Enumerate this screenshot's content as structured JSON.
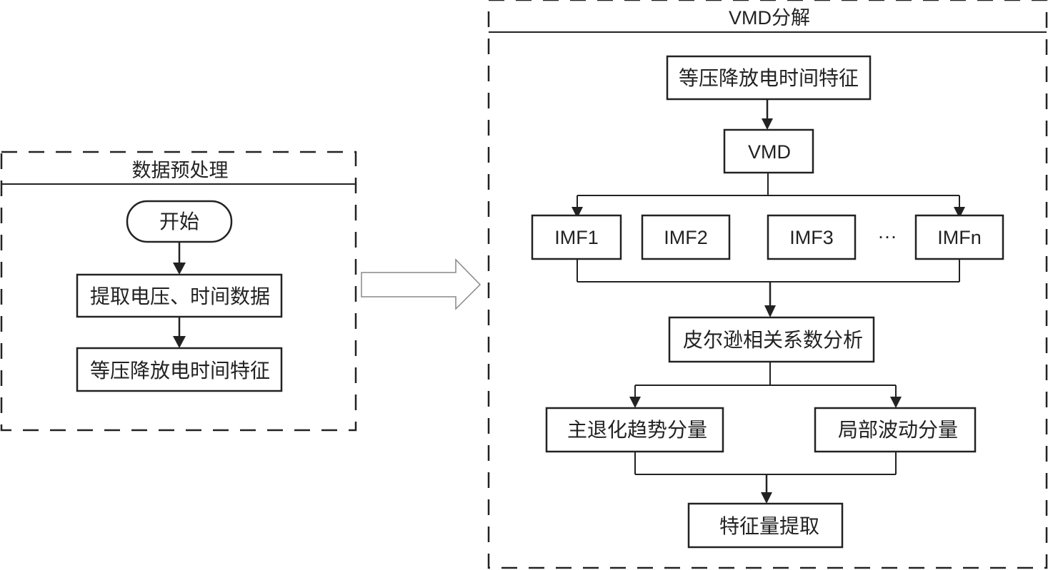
{
  "panels": {
    "preprocess": {
      "title": "数据预处理",
      "start": "开始",
      "step1": "提取电压、时间数据",
      "step2": "等压降放电时间特征"
    },
    "vmd": {
      "title": "VMD分解",
      "input": "等压降放电时间特征",
      "vmd": "VMD",
      "imfs": [
        "IMF1",
        "IMF2",
        "IMF3",
        "IMFn"
      ],
      "ellipsis": "···",
      "pearson": "皮尔逊相关系数分析",
      "main_trend": "主退化趋势分量",
      "local_fluct": "局部波动分量",
      "extract": "特征量提取"
    }
  },
  "colors": {
    "stroke": "#222222",
    "arrow_outline": "#888888"
  }
}
